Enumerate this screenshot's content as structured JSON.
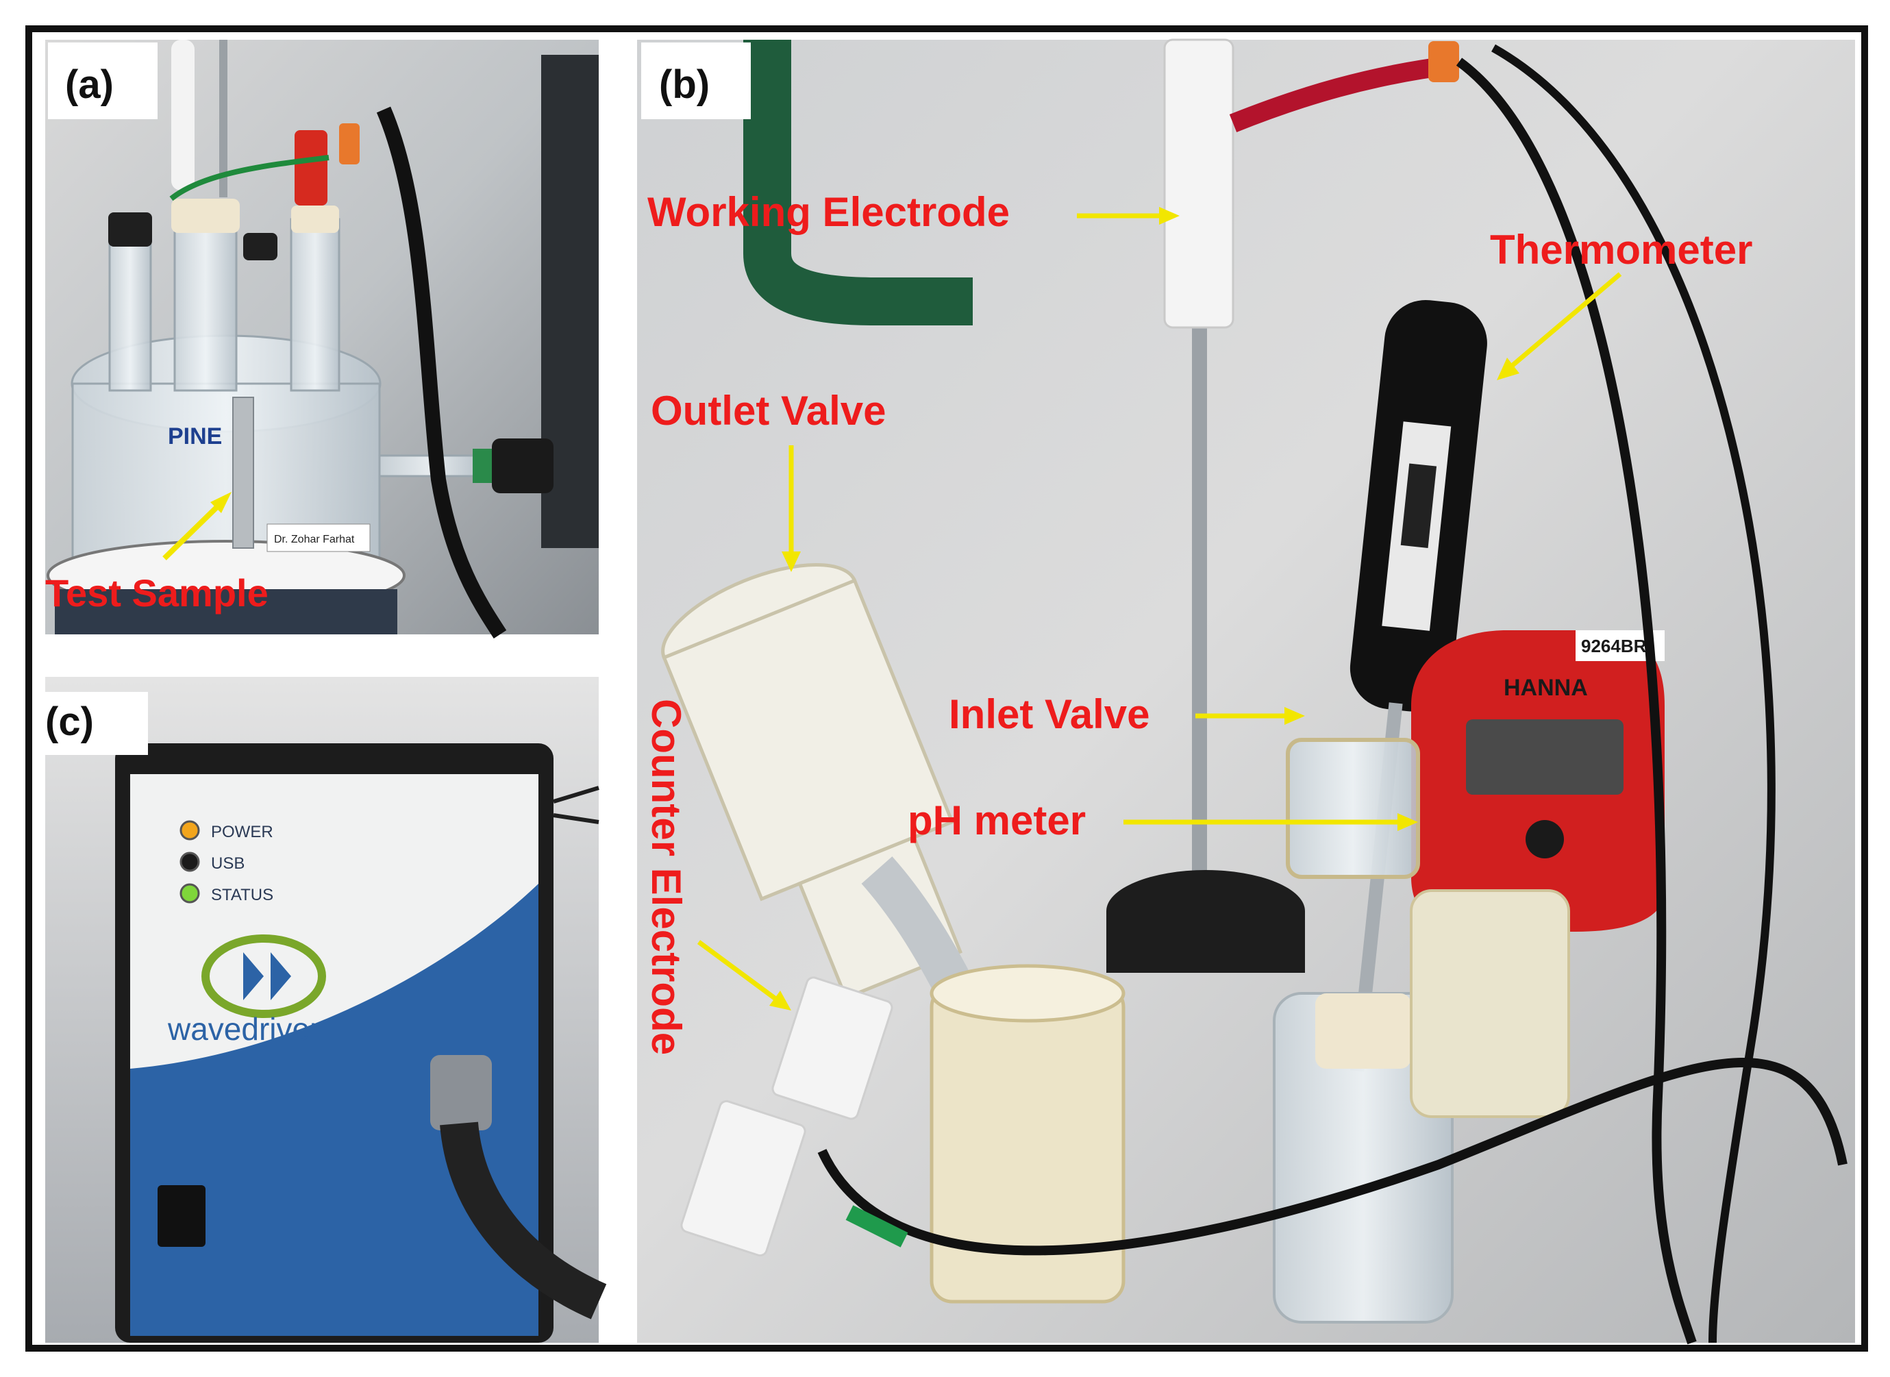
{
  "panels": {
    "a": {
      "label": "(a)",
      "annotations": {
        "test_sample": "Test Sample"
      },
      "device_text": {
        "brand": "PINE",
        "sticker": "Dr. Zohar Farhat"
      }
    },
    "b": {
      "label": "(b)",
      "annotations": {
        "working_electrode": "Working Electrode",
        "thermometer": "Thermometer",
        "outlet_valve": "Outlet Valve",
        "inlet_valve": "Inlet Valve",
        "ph_meter": "pH meter",
        "counter_electrode": "Counter Electrode"
      },
      "device_text": {
        "meter_brand": "HANNA",
        "meter_model": "9264BR"
      }
    },
    "c": {
      "label": "(c)",
      "leds": [
        {
          "label": "POWER",
          "color": "#f2a51c"
        },
        {
          "label": "USB",
          "color": "#1a1a1a"
        },
        {
          "label": "STATUS",
          "color": "#7fd63a"
        }
      ],
      "brand": "wavedriver"
    }
  },
  "colors": {
    "annotation": "#ee1c1c",
    "arrow": "#f2e600",
    "frame": "#111111"
  }
}
